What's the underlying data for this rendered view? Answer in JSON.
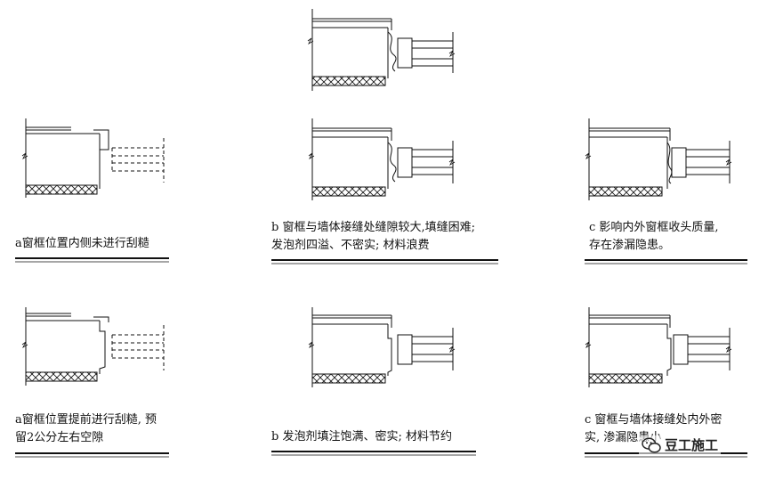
{
  "captions": {
    "a1": [
      "a窗框位置内侧未进行刮糙"
    ],
    "b1": [
      "b 窗框与墙体接缝处缝隙较大,填缝困难;",
      "发泡剂四溢、不密实; 材料浪费"
    ],
    "c1": [
      "c 影响内外窗框收头质量,",
      "存在渗漏隐患。"
    ],
    "a2": [
      "a窗框位置提前进行刮糙, 预",
      "留2公分左右空隙"
    ],
    "b2": [
      "b 发泡剂填注饱满、密实; 材料节约"
    ],
    "c2": [
      "c 窗框与墙体接缝处内外密",
      "实, 渗漏隐患小"
    ]
  },
  "watermark": {
    "text": "豆工施工",
    "icon": "wechat-logo-icon"
  },
  "colors": {
    "line": "#111111",
    "hatch": "#111111",
    "background": "#ffffff"
  }
}
